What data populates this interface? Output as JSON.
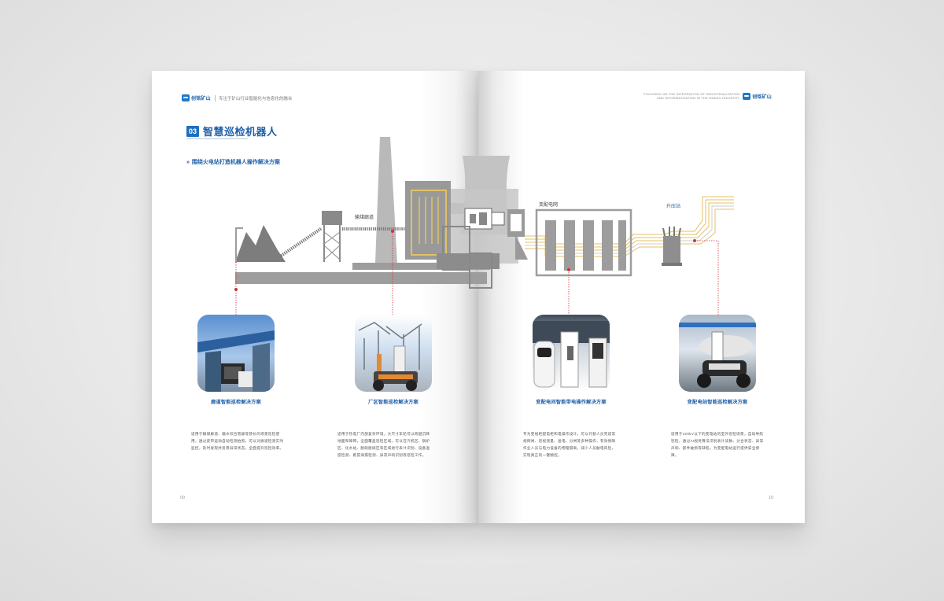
{
  "header": {
    "logo_text": "创铭矿山",
    "tagline": "专注于矿山行业智能化与信息化的融合",
    "en_line1": "FOCUSING ON THE INTEGRATION OF INDUSTRIALIZATION",
    "en_line2": "AND INFORMATIZATION IN THE MINING INDUSTRY",
    "logo_text_right": "创铭矿山"
  },
  "section": {
    "number": "03",
    "title": "智慧巡检机器人"
  },
  "subtitle": "围绕火电站打造机器人操作解决方案",
  "diagram_labels": {
    "coal_belt": "输煤廊道",
    "substation": "变配电网",
    "booster": "升压站"
  },
  "cards": [
    {
      "title": "廊道智能巡检解决方案",
      "body": "适用于输煤廊道、输水综合管廊等狭长的场景巡检使用，通过皮带运动自动检测拍照，可以对廊道检测实时监控，及时发现并反馈异常状态，全面提升巡检效率。"
    },
    {
      "title": "厂区智能巡检解决方案",
      "body": "适用于热电厂内部复杂环境，大尺寸车轮可以跨越沉降地面和障碍，全面覆盖巡检区域，可以在汽机区、锅炉区、化水站、脱硫脱硝区等区域进行表计识别、设备温度检测、跑冒滴漏检测、异常声响识别等巡检工作。"
    },
    {
      "title": "变配电间智能带电操作解决方案",
      "body": "专为变线柜配电柜和电操作设计，可以代替人员完成常规倒闸、巡视测量、送电、分闸等多种操作，有效保障作业人员与电力设备的物理隔离，减少人员触电风险，实现真正的一键顺控。"
    },
    {
      "title": "变配电站智能巡检解决方案",
      "body": "适用于220kV以下的变电站的室外巡检场景，自动导航巡检，通过AI视觉算法识别表计读数、分合状态、异常声响、部件破损等缺陷，为变配电站运行提供安全保障。"
    }
  ],
  "page_numbers": {
    "left": "09",
    "right": "10"
  },
  "colors": {
    "brand_blue": "#1f6fbf",
    "machine_gray": "#8c8c8c",
    "light_gray": "#c8c8c8",
    "power_line": "#e3c163",
    "accent_red": "#d0313b"
  }
}
